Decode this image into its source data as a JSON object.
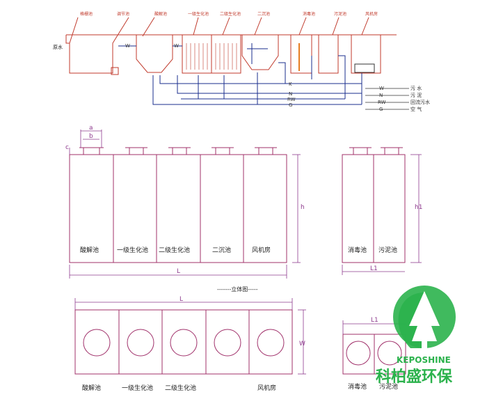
{
  "flow_diagram": {
    "inlet_label": "原水",
    "units": [
      "格栅池",
      "调节池",
      "酸解池",
      "一级生化池",
      "二级生化池",
      "二沉池",
      "消毒池",
      "污泥池",
      "风机房"
    ],
    "inner_marks": [
      "W",
      "W"
    ],
    "pipe_codes": [
      "K",
      "N",
      "RW",
      "G"
    ]
  },
  "legend": [
    {
      "code": "W",
      "text": "污 水"
    },
    {
      "code": "N",
      "text": "污 泥"
    },
    {
      "code": "RW",
      "text": "回流污水"
    },
    {
      "code": "G",
      "text": "空 气"
    }
  ],
  "elevation": {
    "nozzle_dims": [
      "a",
      "b",
      "c"
    ],
    "tanks": [
      "酸解池",
      "一级生化池",
      "二级生化池",
      "二沉池",
      "风机房"
    ],
    "small_tanks": [
      "消毒池",
      "污泥池"
    ],
    "height_dim": "h",
    "height_dim_small": "h1",
    "length_dim": "L",
    "length_dim_small": "L1",
    "title": "-------立体图-----"
  },
  "plan": {
    "tanks": [
      "酸解池",
      "一级生化池",
      "二级生化池",
      "",
      "风机房"
    ],
    "small_tanks": [
      "消毒池",
      "污泥池"
    ],
    "length_dim": "L",
    "width_dim": "W",
    "length_dim_small": "L1"
  },
  "logo": {
    "latin": "KEPOSHINE",
    "chinese": "科柏盛环保",
    "color": "#2bb24c"
  },
  "colors": {
    "frame": "#a0306a",
    "pipe": "#1a2e8c",
    "unit": "#c0392b",
    "dim": "#8e3b8e"
  }
}
